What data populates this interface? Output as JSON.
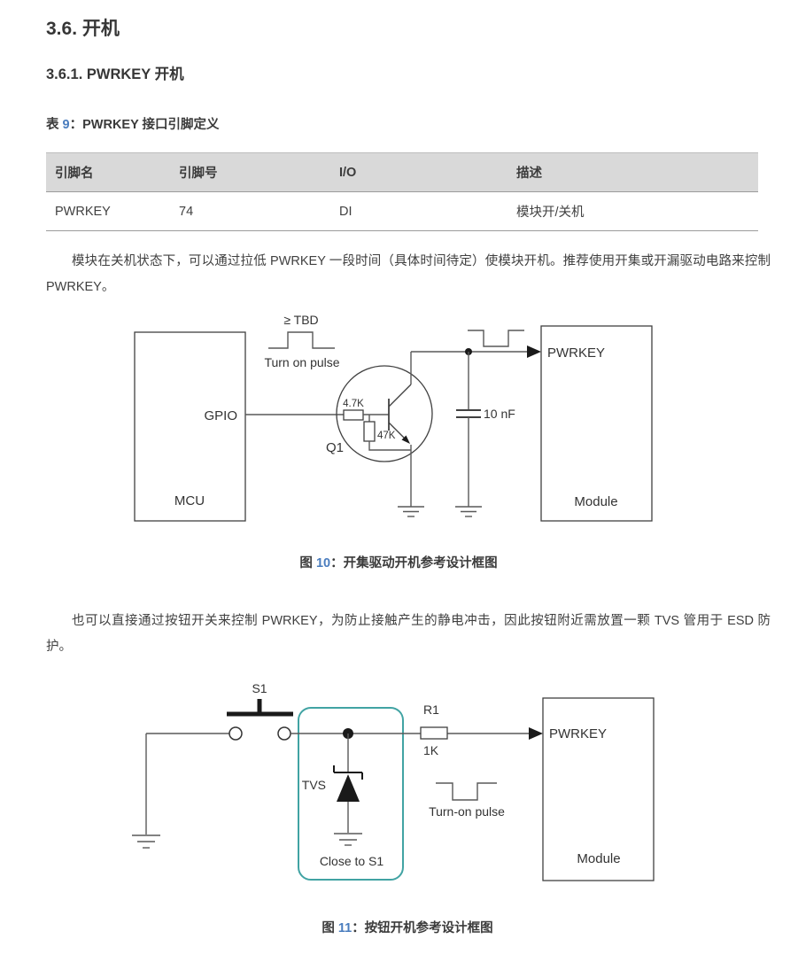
{
  "doc": {
    "section_title": "3.6. 开机",
    "subsection_title": "3.6.1. PWRKEY 开机",
    "paragraph1": "模块在关机状态下，可以通过拉低 PWRKEY 一段时间（具体时间待定）使模块开机。推荐使用开集或开漏驱动电路来控制 PWRKEY。",
    "paragraph2": "也可以直接通过按钮开关来控制 PWRKEY，为防止接触产生的静电冲击，因此按钮附近需放置一颗 TVS 管用于 ESD 防护。"
  },
  "table": {
    "caption": {
      "prefix": "表 ",
      "number": "9",
      "suffix": "：PWRKEY 接口引脚定义"
    },
    "headers": [
      "引脚名",
      "引脚号",
      "I/O",
      "描述"
    ],
    "rows": [
      {
        "pin_name": "PWRKEY",
        "pin_no": "74",
        "io": "DI",
        "desc": "模块开/关机"
      }
    ]
  },
  "figure10": {
    "caption": {
      "prefix": "图 ",
      "number": "10",
      "suffix": "：开集驱动开机参考设计框图"
    },
    "labels": {
      "mcu": "MCU",
      "gpio": "GPIO",
      "pulse_spec": "≥ TBD",
      "pulse_name": "Turn on pulse",
      "base_resistor": "4.7K",
      "pulldown_resistor": "47K",
      "transistor": "Q1",
      "capacitor": "10 nF",
      "pwrkey_pin": "PWRKEY",
      "module": "Module"
    }
  },
  "figure11": {
    "caption": {
      "prefix": "图 ",
      "number": "11",
      "suffix": "：按钮开机参考设计框图"
    },
    "labels": {
      "switch": "S1",
      "tvs": "TVS",
      "tvs_note": "Close to S1",
      "resistor": "R1",
      "resistor_value": "1K",
      "pulse_name": "Turn-on pulse",
      "pwrkey_pin": "PWRKEY",
      "module": "Module"
    }
  },
  "colors": {
    "reference_blue": "#4a7dbe",
    "table_header_bg": "#d9d9d9",
    "teal_outline": "#41a3a3",
    "body_text": "#404040"
  }
}
